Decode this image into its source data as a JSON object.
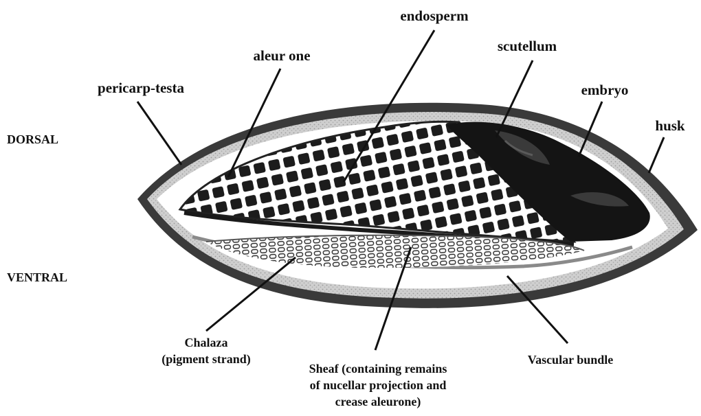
{
  "labels": {
    "endosperm": "endosperm",
    "scutellum": "scutellum",
    "aleurone": "aleur one",
    "pericarp_testa": "pericarp-testa",
    "embryo": "embryo",
    "husk": "husk",
    "dorsal": "DORSAL",
    "ventral": "VENTRAL",
    "chalaza_line1": "Chalaza",
    "chalaza_line2": "(pigment strand)",
    "sheaf_line1": "Sheaf (containing remains",
    "sheaf_line2": "of nucellar projection and",
    "sheaf_line3": "crease aleurone)",
    "vascular_bundle": "Vascular bundle"
  },
  "colors": {
    "husk": "#3a3a3a",
    "pericarp": "#c8c8c8",
    "endosperm_cell": "#1c1c1c",
    "endosperm_bg": "#ffffff",
    "embryo": "#141414",
    "leader_line": "#111111",
    "text": "#111111"
  }
}
